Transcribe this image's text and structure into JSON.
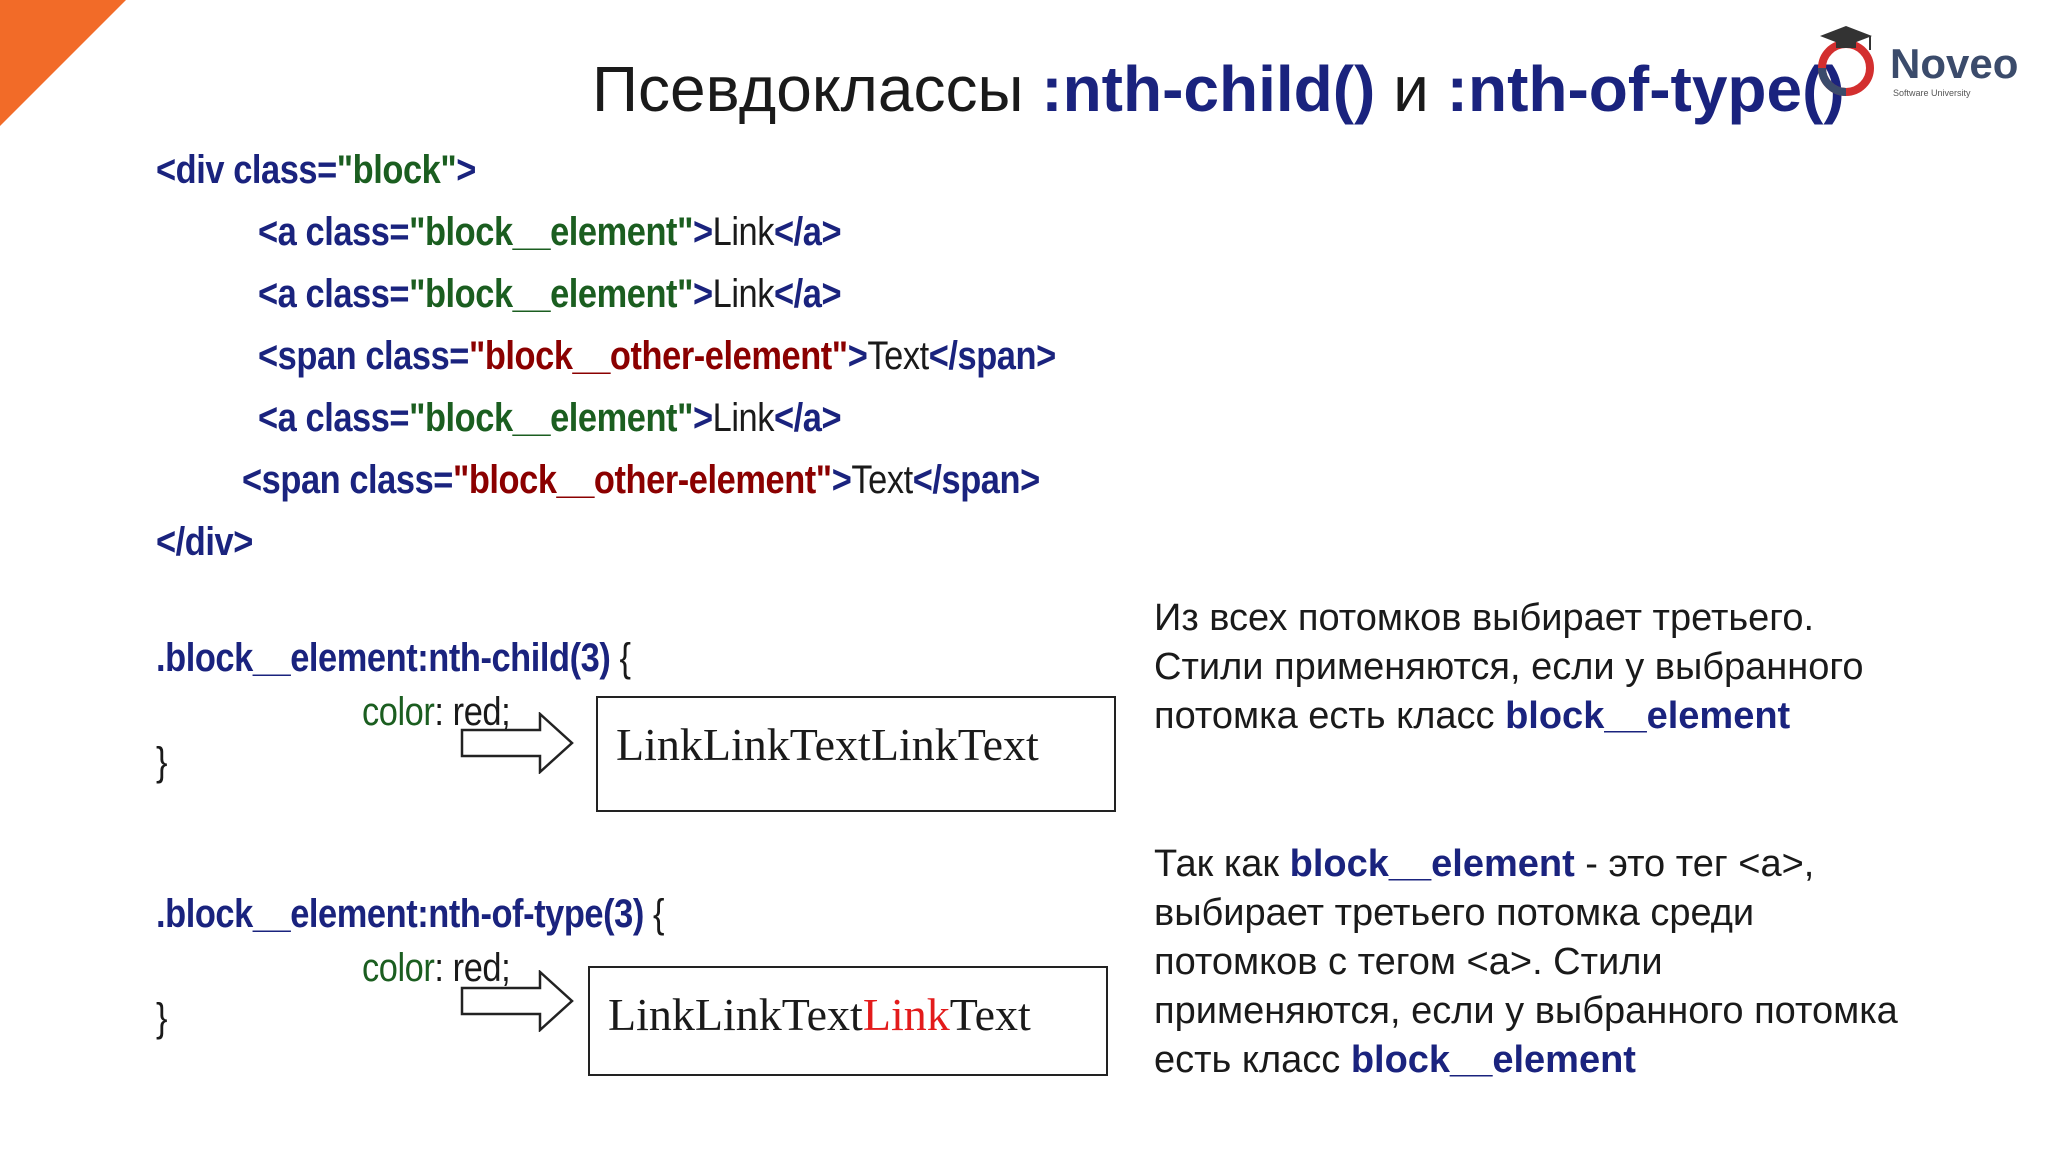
{
  "title": {
    "plain": "Псевдоклассы ",
    "kw1": ":nth-child()",
    "mid": " и ",
    "kw2": ":nth-of-type()"
  },
  "logo": {
    "word": "Noveo",
    "sub": "Software University"
  },
  "html_code": {
    "l1": {
      "open": "<div class=",
      "str": "\"block\"",
      "close": ">"
    },
    "l2": {
      "open": "<a class=",
      "str": "\"block__element\"",
      "gt": ">",
      "text": "Link",
      "end": "</a>"
    },
    "l3": {
      "open": "<a class=",
      "str": "\"block__element\"",
      "gt": ">",
      "text": "Link",
      "end": "</a>"
    },
    "l4": {
      "open": "<span class=",
      "str": "\"block__other-element\"",
      "gt": ">",
      "text": "Text",
      "end": "</span>"
    },
    "l5": {
      "open": "<a class=",
      "str": "\"block__element\"",
      "gt": ">",
      "text": "Link",
      "end": "</a>"
    },
    "l6": {
      "open": "<span class=",
      "str": "\"block__other-element\"",
      "gt": ">",
      "text": "Text",
      "end": "</span>"
    },
    "l7": {
      "close": "</div>"
    }
  },
  "rule1": {
    "selector": ".block__element:nth-child(3)",
    "open_brace": " {",
    "prop": "color",
    "value": ": red;",
    "close_brace": "}"
  },
  "rule2": {
    "selector": ".block__element:nth-of-type(3)",
    "open_brace": " {",
    "prop": "color",
    "value": ": red;",
    "close_brace": "}"
  },
  "result1": {
    "text": "LinkLinkTextLinkText"
  },
  "result2": {
    "before": "LinkLinkText",
    "red": "Link",
    "after": "Text"
  },
  "explain1": {
    "line1": "Из всех потомков выбирает третьего.",
    "line2": "Стили применяются, если у выбранного",
    "line3": "потомка есть класс ",
    "bold": "block__element"
  },
  "explain2": {
    "line1_a": "Так как ",
    "line1_bold": "block__element",
    "line1_b": " - это тег <a>,",
    "line2": "выбирает третьего потомка среди",
    "line3": "потомков с тегом <a>. Стили",
    "line4": "применяются, если у выбранного потомка",
    "line5": "есть класс ",
    "bold": "block__element"
  },
  "colors": {
    "accent": "#f26b28",
    "keyword": "#1a237e",
    "string_green": "#1b5e20",
    "string_red": "#8b0000",
    "highlight": "#e31b1b"
  }
}
